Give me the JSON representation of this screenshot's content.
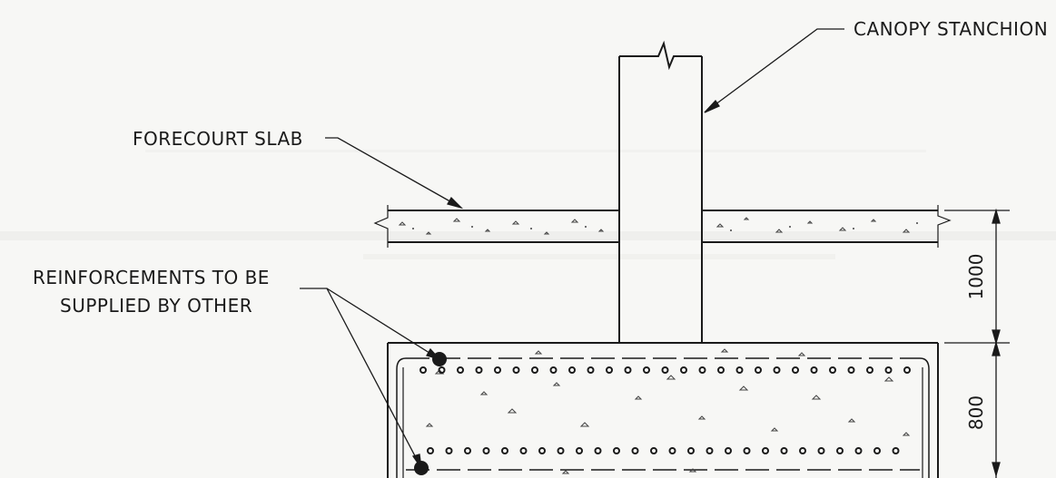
{
  "labels": {
    "canopy_stanchion": "CANOPY STANCHION",
    "forecourt_slab": "FORECOURT SLAB",
    "reinforcements_line1": "REINFORCEMENTS TO BE",
    "reinforcements_line2": "SUPPLIED BY OTHER"
  },
  "dimensions": {
    "upper": "1000",
    "lower": "800"
  },
  "colors": {
    "line": "#1a1a1a",
    "background": "#f7f7f5"
  }
}
